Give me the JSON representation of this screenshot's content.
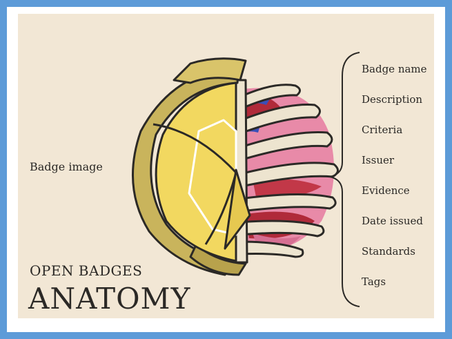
{
  "diagram": {
    "left_label": "Badge image",
    "title_line1": "OPEN BADGES",
    "title_line2": "ANATOMY",
    "fields": [
      "Badge name",
      "Description",
      "Criteria",
      "Issuer",
      "Evidence",
      "Date issued",
      "Standards",
      "Tags"
    ]
  },
  "colors": {
    "frame": "#5d9bd8",
    "background": "#f2e7d5",
    "shell": "#c9b45c",
    "shell_dark": "#9c8a3e",
    "badge_face": "#f2d860",
    "bone": "#ede4cf",
    "organ_pink": "#e88aa8",
    "organ_red": "#b02a3a",
    "vein_blue": "#3a4fb8",
    "ink": "#2b2926"
  }
}
